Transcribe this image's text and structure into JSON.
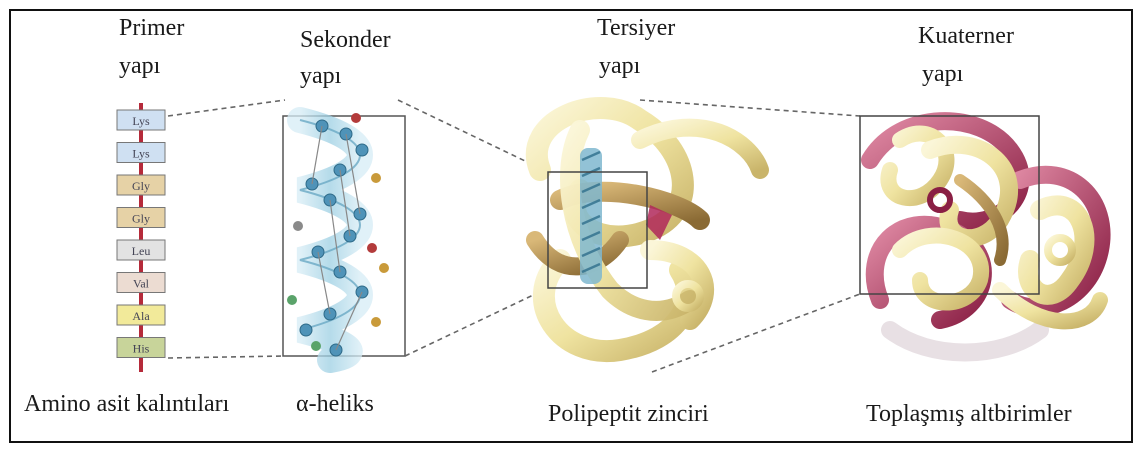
{
  "stages": {
    "primary": {
      "title": "Primer",
      "subtitle": "yapı",
      "caption": "Amino asit kalıntıları"
    },
    "secondary": {
      "title": "Sekonder",
      "subtitle": "yapı",
      "caption": "α-heliks"
    },
    "tertiary": {
      "title": "Tersiyer",
      "subtitle": "yapı",
      "caption": "Polipeptit zinciri"
    },
    "quaternary": {
      "title": "Kuaterner",
      "subtitle": "yapı",
      "caption": "Toplaşmış altbirimler"
    }
  },
  "residues": [
    {
      "label": "Lys",
      "color": "#cfe0f2"
    },
    {
      "label": "Lys",
      "color": "#cfe0f2"
    },
    {
      "label": "Gly",
      "color": "#e6d2a6"
    },
    {
      "label": "Gly",
      "color": "#e6d2a6"
    },
    {
      "label": "Leu",
      "color": "#e2e2e2"
    },
    {
      "label": "Val",
      "color": "#ecdcd2"
    },
    {
      "label": "Ala",
      "color": "#f2ea9a"
    },
    {
      "label": "His",
      "color": "#c8d49a"
    }
  ],
  "colors": {
    "chain_red": "#b52a3a",
    "helix_blue": "#8cc4dc",
    "ribbon_cream": "#f0e6a8",
    "ribbon_magenta": "#b0285a"
  }
}
